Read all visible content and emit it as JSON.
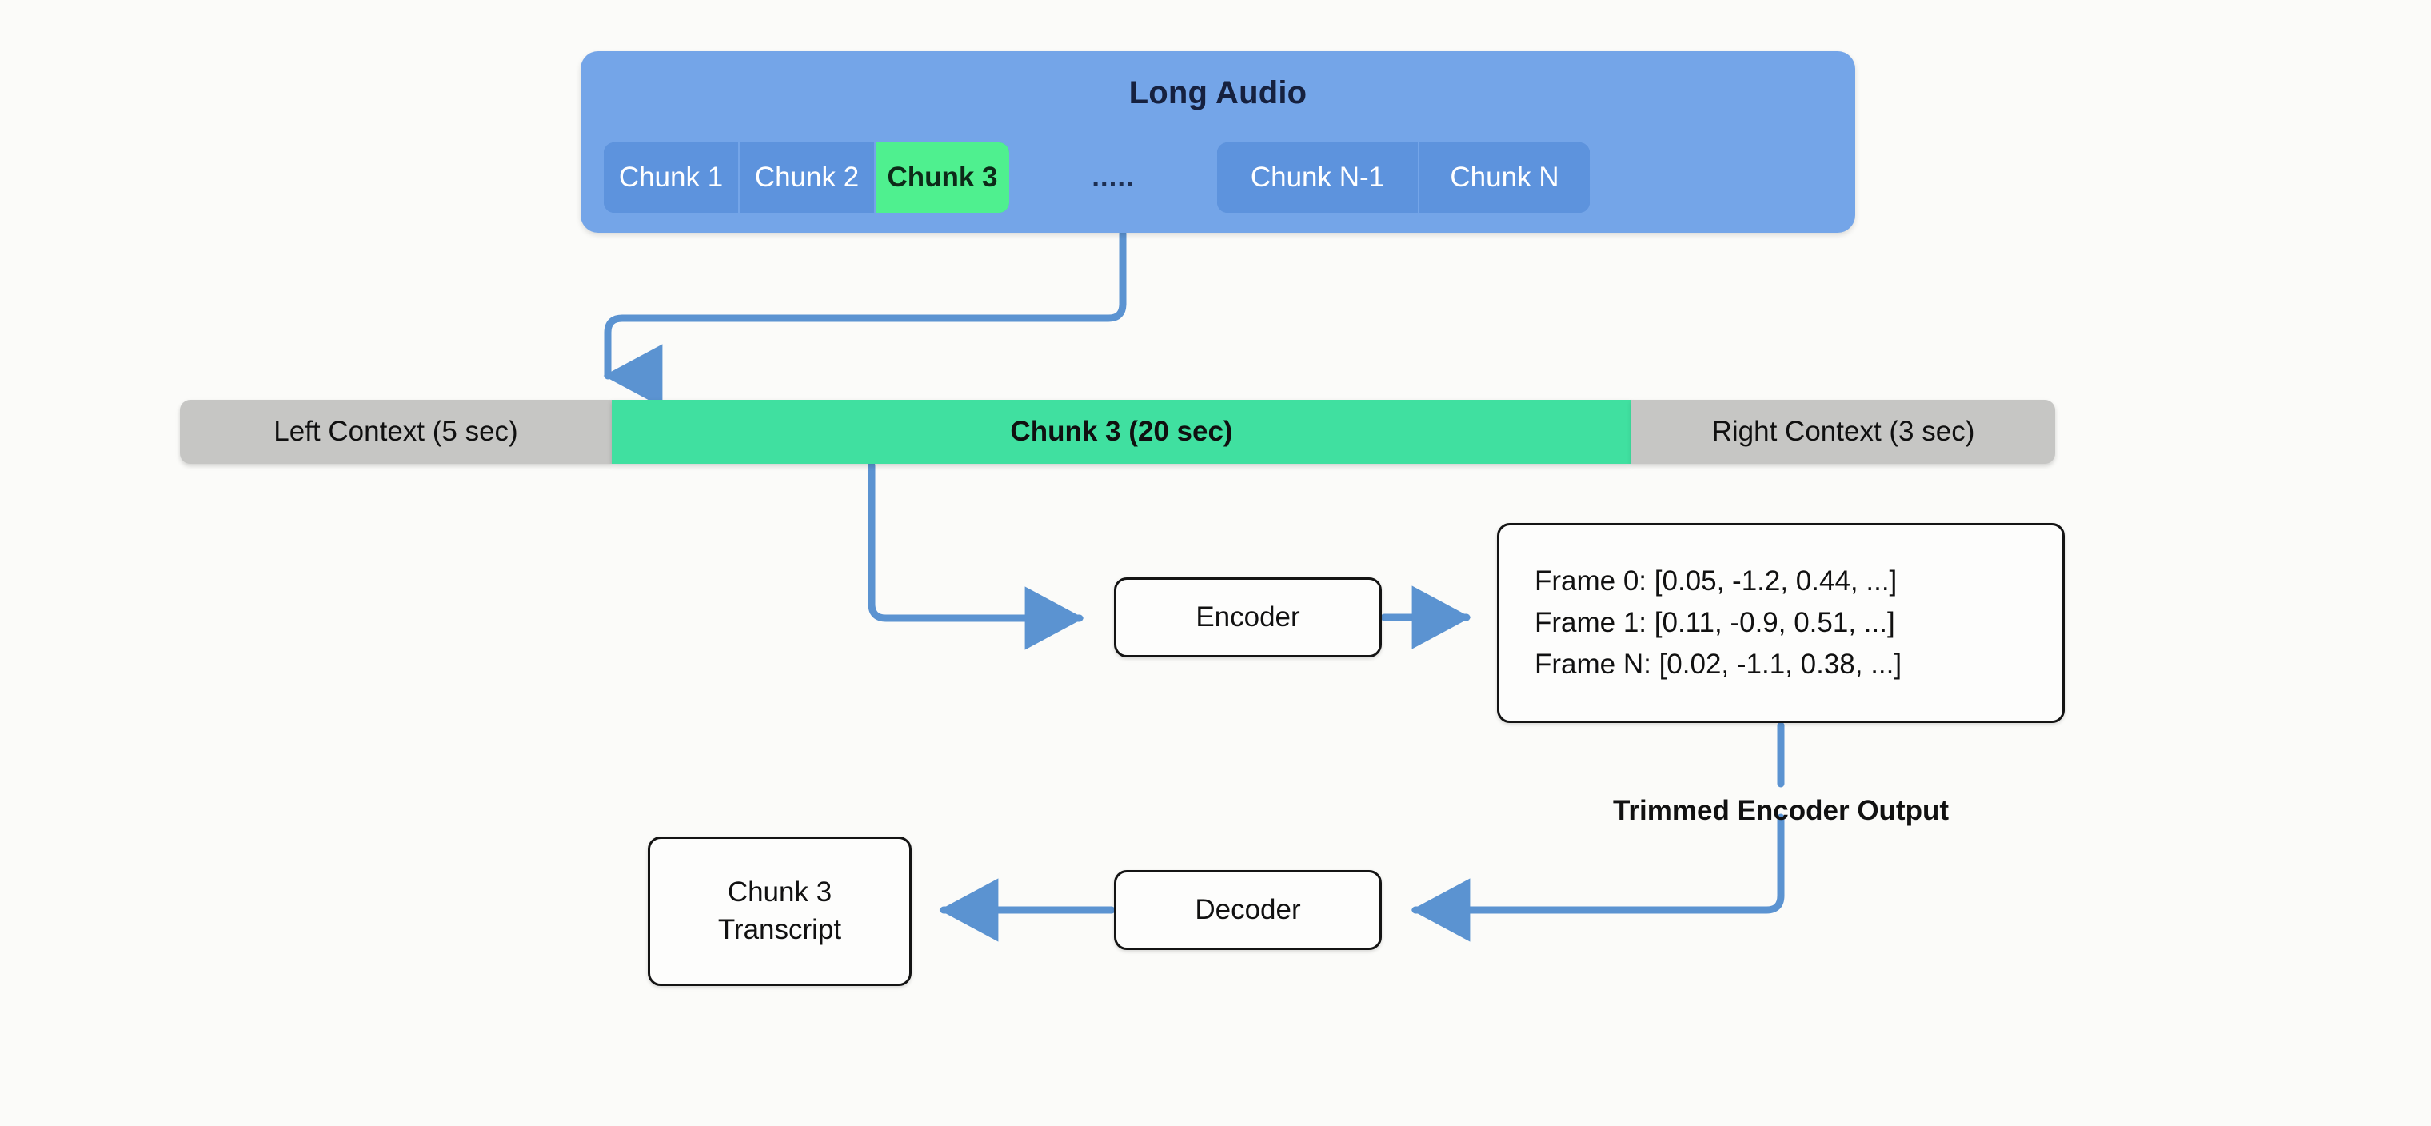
{
  "background_color": "#fbfbf9",
  "accent_colors": {
    "banner_blue": "#74a5e8",
    "chunk_blue": "#5d93dd",
    "highlight_green": "#4ff08f",
    "chunk_green": "#40e0a0",
    "context_gray": "#c6c6c4",
    "arrow_blue": "#5b93d1",
    "box_border": "#141414"
  },
  "long_audio": {
    "title": "Long Audio",
    "chunks": [
      {
        "label": "Chunk 1",
        "highlight": false
      },
      {
        "label": "Chunk 2",
        "highlight": false
      },
      {
        "label": "Chunk 3",
        "highlight": true
      }
    ],
    "ellipsis": ".....",
    "tail_chunks": [
      {
        "label": "Chunk N-1",
        "highlight": false
      },
      {
        "label": "Chunk N",
        "highlight": false
      }
    ]
  },
  "context_row": {
    "left": "Left Context (5 sec)",
    "middle": "Chunk 3 (20 sec)",
    "right": "Right Context (3 sec)"
  },
  "pipeline": {
    "encoder": "Encoder",
    "decoder": "Decoder",
    "transcript_line1": "Chunk 3",
    "transcript_line2": "Transcript",
    "trimmed_label": "Trimmed Encoder Output"
  },
  "encoder_output": {
    "frames": [
      "Frame 0: [0.05, -1.2, 0.44, ...]",
      "Frame 1: [0.11, -0.9, 0.51, ...]",
      "Frame N: [0.02, -1.1, 0.38, ...]"
    ]
  },
  "icons": {
    "arrow_chunk_to_context": "arrow-down-elbow-icon",
    "arrow_context_to_encoder": "arrow-right-elbow-icon",
    "arrow_encoder_to_frames": "arrow-right-icon",
    "arrow_frames_to_decoder": "arrow-left-elbow-icon",
    "arrow_decoder_to_transcript": "arrow-left-icon"
  }
}
